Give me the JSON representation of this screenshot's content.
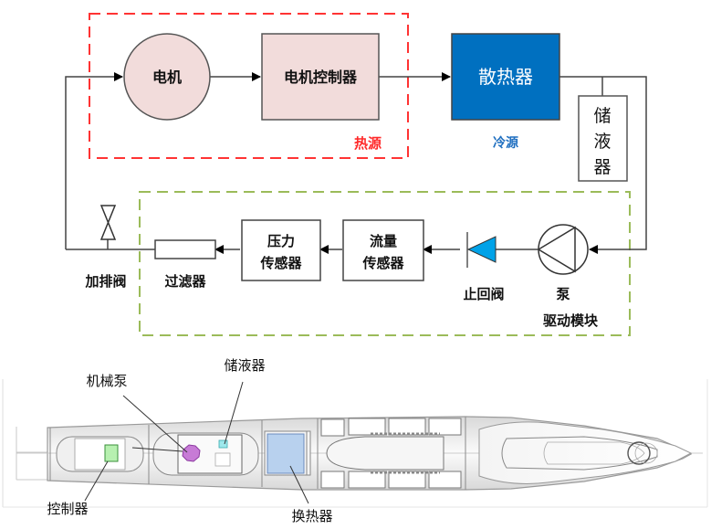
{
  "schematic": {
    "heat_source": {
      "label": "热源",
      "color": "#FF2A2A",
      "motor": "电机",
      "motor_controller": "电机控制器"
    },
    "cold_source": {
      "label": "冷源",
      "color": "#1F6FC0",
      "radiator": "散热器"
    },
    "reservoir": [
      "储",
      "液",
      "器"
    ],
    "pump_module": {
      "label": "驱动模块",
      "color": "#9BBB59",
      "pump": "泵",
      "check_valve": "止回阀",
      "flow_sensor": [
        "流量",
        "传感器"
      ],
      "pressure_sensor": [
        "压力",
        "传感器"
      ],
      "filter": "过滤器"
    },
    "fill_drain_valve": "加排阀"
  },
  "layout_drawing": {
    "callouts": {
      "mechanical_pump": "机械泵",
      "reservoir": "储液器",
      "controller": "控制器",
      "heat_exchanger": "换热器"
    }
  }
}
